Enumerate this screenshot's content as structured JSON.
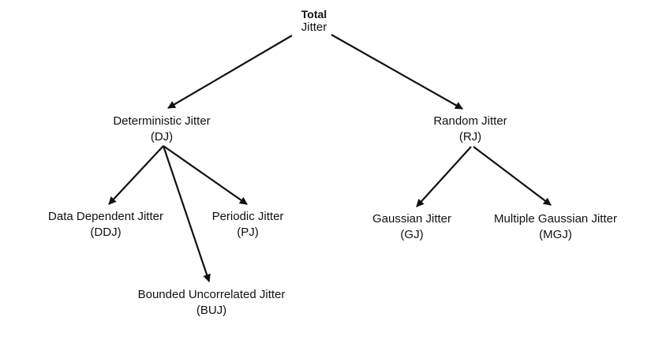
{
  "tree": {
    "root": {
      "title": "Total",
      "subtitle": "Jitter"
    },
    "deterministic": {
      "name": "Deterministic Jitter",
      "abbr": "(DJ)"
    },
    "random": {
      "name": "Random Jitter",
      "abbr": "(RJ)"
    },
    "ddj": {
      "name": "Data Dependent Jitter",
      "abbr": "(DDJ)"
    },
    "pj": {
      "name": "Periodic Jitter",
      "abbr": "(PJ)"
    },
    "buj": {
      "name": "Bounded Uncorrelated Jitter",
      "abbr": "(BUJ)"
    },
    "gj": {
      "name": "Gaussian Jitter",
      "abbr": "(GJ)"
    },
    "mgj": {
      "name": "Multiple Gaussian Jitter",
      "abbr": "(MGJ)"
    }
  },
  "colors": {
    "line": "#111111",
    "text": "#111111",
    "background": "#ffffff"
  }
}
